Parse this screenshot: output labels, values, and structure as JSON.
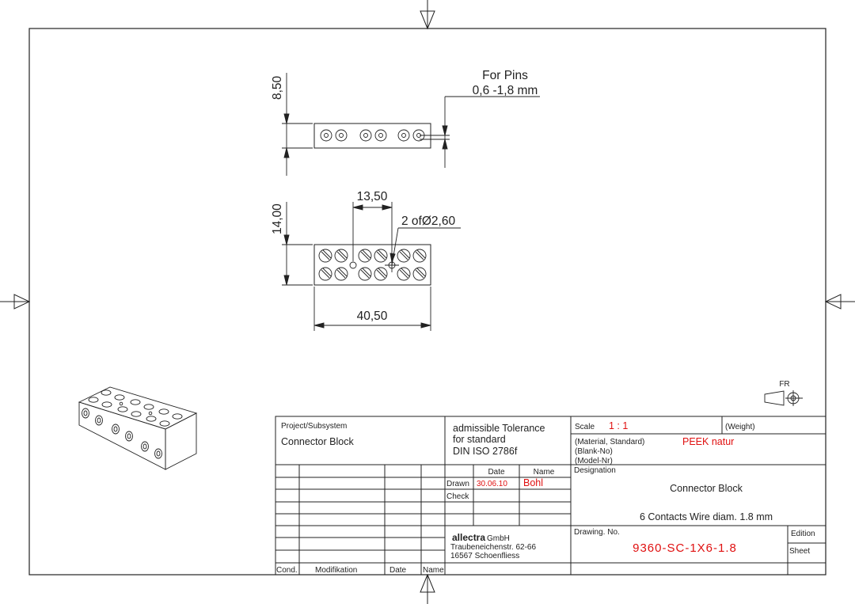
{
  "dimensions": {
    "top_height": "8,50",
    "for_pins_title": "For Pins",
    "for_pins_range": "0,6 -1,8 mm",
    "spacing": "13,50",
    "front_height": "14,00",
    "holes": "2 ofØ2,60",
    "width": "40,50"
  },
  "projection_symbol_label": "FR",
  "title_block": {
    "project_label": "Project/Subsystem",
    "project_value": "Connector Block",
    "tolerance_line1": "admissible Tolerance",
    "tolerance_line2": "for standard",
    "tolerance_line3": "DIN ISO 2786f",
    "scale_label": "Scale",
    "scale_value": "1 : 1",
    "weight_label": "(Weight)",
    "material_label": "(Material, Standard)",
    "material_value": "PEEK natur",
    "blank_label": "(Blank-No)",
    "model_label": "(Model-Nr)",
    "date_header": "Date",
    "name_header": "Name",
    "drawn_label": "Drawn",
    "drawn_date": "30.06.10",
    "drawn_name": "Bohl",
    "check_label": "Check",
    "designation_label": "Designation",
    "designation_value": "Connector Block",
    "designation_sub": "6 Contacts Wire diam. 1.8 mm",
    "company_logo": "allectra",
    "company_suffix": "GmbH",
    "company_street": "Traubeneichenstr. 62-66",
    "company_city": "16567 Schoenfliess",
    "drawing_no_label": "Drawing. No.",
    "drawing_no_value": "9360-SC-1X6-1.8",
    "edition_label": "Edition",
    "sheet_label": "Sheet",
    "rev_cond": "Cond.",
    "rev_mod": "Modifikation",
    "rev_date": "Date",
    "rev_name": "Name"
  },
  "colors": {
    "line": "#222222",
    "accent": "#e01010"
  }
}
